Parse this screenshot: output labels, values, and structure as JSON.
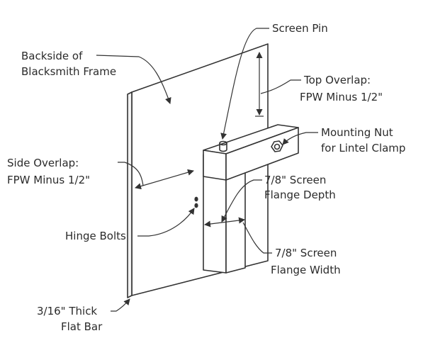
{
  "diagram": {
    "colors": {
      "line": "#333333",
      "text": "#2b2b2b",
      "background": "#ffffff",
      "face_light": "#ffffff",
      "face_shade": "#f2f2f2"
    },
    "labels": {
      "backside": {
        "line1": "Backside of",
        "line2": "Blacksmith Frame"
      },
      "screen_pin": "Screen Pin",
      "top_overlap": {
        "line1": "Top Overlap:",
        "line2": "FPW Minus 1/2\""
      },
      "mounting_nut": {
        "line1": "Mounting Nut",
        "line2": "for Lintel Clamp"
      },
      "side_overlap": {
        "line1": "Side Overlap:",
        "line2": "FPW Minus 1/2\""
      },
      "flange_depth": {
        "line1": "7/8\" Screen",
        "line2": "Flange Depth"
      },
      "hinge_bolts": "Hinge Bolts",
      "flange_width": {
        "line1": "7/8\" Screen",
        "line2": "Flange Width"
      },
      "flat_bar": {
        "line1": "3/16\" Thick",
        "line2": "Flat Bar"
      }
    }
  }
}
